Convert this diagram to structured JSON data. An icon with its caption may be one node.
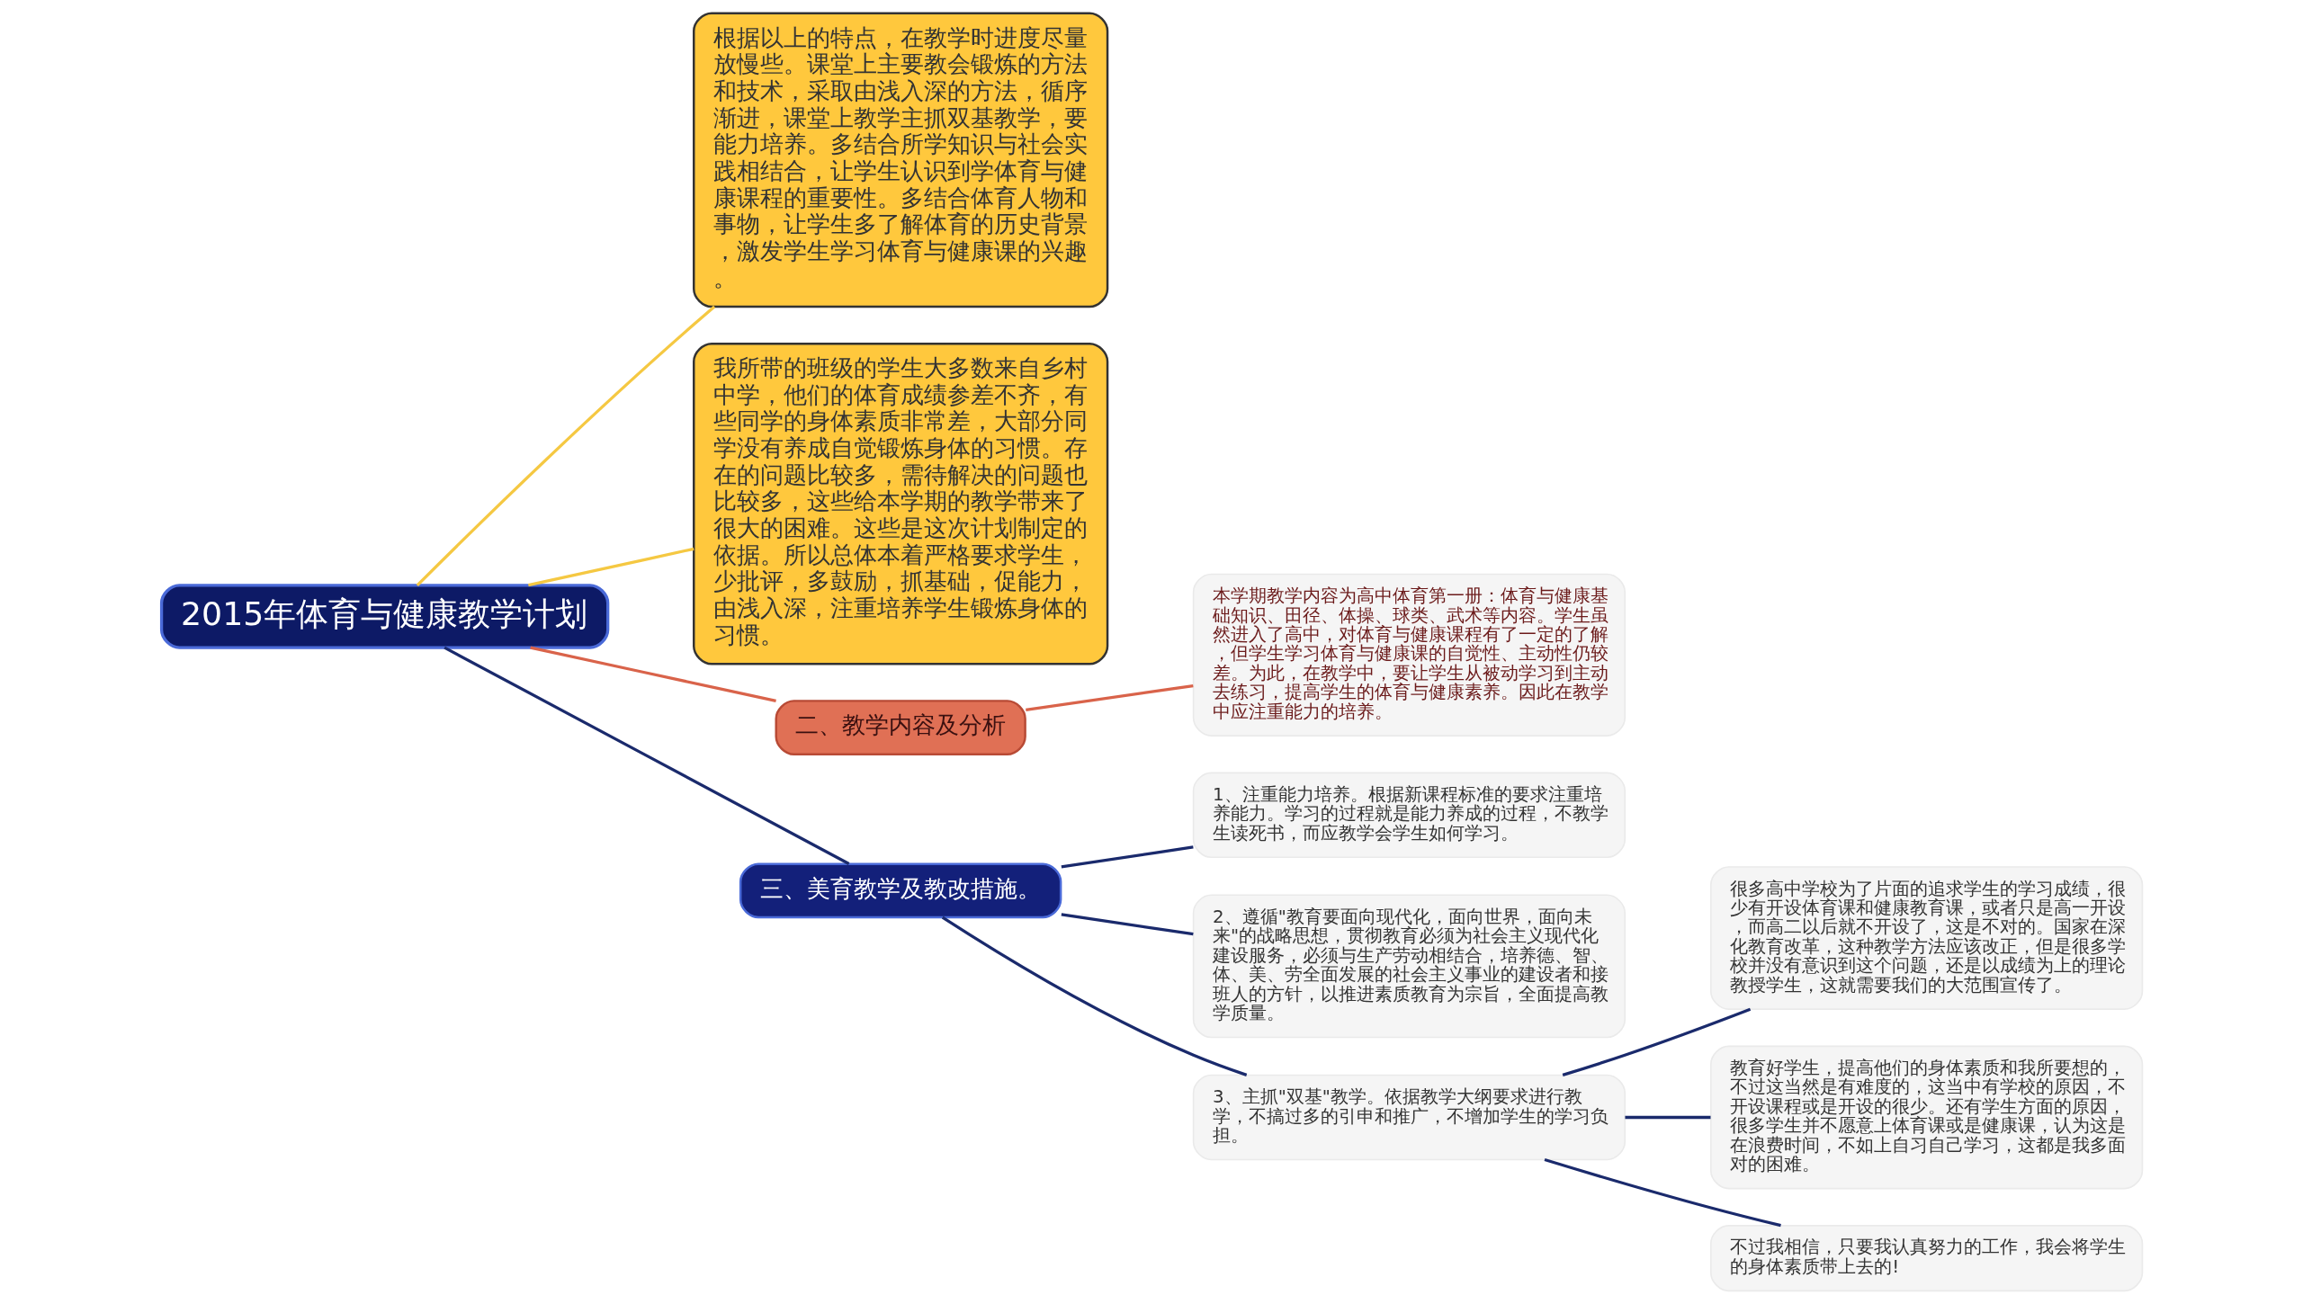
{
  "diagram": {
    "nodes": [
      {
        "text": [
          "2015年体育与健康教学计划"
        ]
      },
      {
        "text": [
          "根据以上的特点，在教学时进度尽量放慢些。课堂上主要教会锻炼的方法和技术，采取由浅入深的方法，循序渐进，课堂上教学主抓双基教学，要能力培养。多结合所学知识与社会实践相结合，让学生认识到学体育与健康课程的重要性。多结合体育人物和事物，让学生多了解体育的历史背景，激发学生学习体育与健康课的兴趣。"
        ]
      },
      {
        "text": [
          "我所带的班级的学生大多数来自乡村中学，他们的体育成绩参差不齐，有些同学的身体素质非常差，大部分同学没有养成自觉锻炼身体的习惯。存在的问题比较多，需待解决的问题也比较多，这些给本学期的教学带来了很大的困难。这些是这次计划制定的依据。所以总体本着严格要求学生，少批评，多鼓励，抓基础，促能力，由浅入深，注重培养学生锻炼身体的习惯。"
        ]
      },
      {
        "text": [
          "二、教学内容及分析"
        ]
      },
      {
        "text": [
          "本学期教学内容为高中体育第一册：体育与健康基础知识、田径、体操、球类、武术等内容。学生虽然进入了高中，对体育与健康课程有了一定的了解，但学生学习体育与健康课的自觉性、主动性仍较差。为此，在教学中，要让学生从被动学习到主动去练习，提高学生的体育与健康素养。因此在教学中应注重能力的培养。"
        ]
      },
      {
        "text": [
          "三、美育教学及教改措施。"
        ]
      },
      {
        "text": [
          "1、注重能力培养。根据新课程标准的要求注重培养能力。学习的过程就是能力养成的过程，不教学生读死书，而应教学会学生如何学习。"
        ]
      },
      {
        "text": [
          "2、遵循\"教育要面向现代化，面向世界，面向未来\"的战略思想，贯彻教育必须为社会主义现代化建设服务，必须与生产劳动相结合，培养德、智、体、美、劳全面发展的社会主义事业的建设者和接班人的方针，以推进素质教育为宗旨，全面提高教学质量。"
        ]
      },
      {
        "text": [
          "3、主抓\"双基\"教学。依据教学大纲要求进行教学，不搞过多的引申和推广，不增加学生的学习负担。"
        ]
      },
      {
        "text": [
          "很多高中学校为了片面的追求学生的学习成绩，很少有开设体育课和健康教育课，或者只是高一开设，而高二以后就不开设了，这是不对的。国家在深化教育改革，这种教学方法应该改正，但是很多学校并没有意识到这个问题，还是以成绩为上的理论教授学生，这就需要我们的大范围宣传了。"
        ]
      },
      {
        "text": [
          "教育好学生，提高他们的身体素质和我所要想的，不过这当然是有难度的，这当中有学校的原因，不开设课程或是开设的很少。还有学生方面的原因，很多学生并不愿意上体育课或是健康课，认为这是在浪费时间，不如上自习自己学习，这都是我多面对的困难。"
        ]
      },
      {
        "text": [
          "不过我相信，只要我认真努力的工作，我会将学生的身体素质带上去的!"
        ]
      }
    ],
    "edges": [
      {
        "from": 0,
        "to": 1,
        "arrow": "none",
        "color": "#f5c842"
      },
      {
        "from": 0,
        "to": 2,
        "arrow": "none",
        "color": "#f5c842"
      },
      {
        "from": 0,
        "to": 3,
        "arrow": "none",
        "color": "#d9634a"
      },
      {
        "from": 3,
        "to": 4,
        "arrow": "none",
        "color": "#d9634a"
      },
      {
        "from": 0,
        "to": 5,
        "arrow": "none"
      },
      {
        "from": 5,
        "to": 6,
        "arrow": "none"
      },
      {
        "from": 5,
        "to": 7,
        "arrow": "none"
      },
      {
        "from": 5,
        "to": 8,
        "arrow": "none"
      },
      {
        "from": 8,
        "to": 9,
        "arrow": "none"
      },
      {
        "from": 8,
        "to": 10,
        "arrow": "none"
      },
      {
        "from": 8,
        "to": 11,
        "arrow": "none"
      }
    ]
  }
}
